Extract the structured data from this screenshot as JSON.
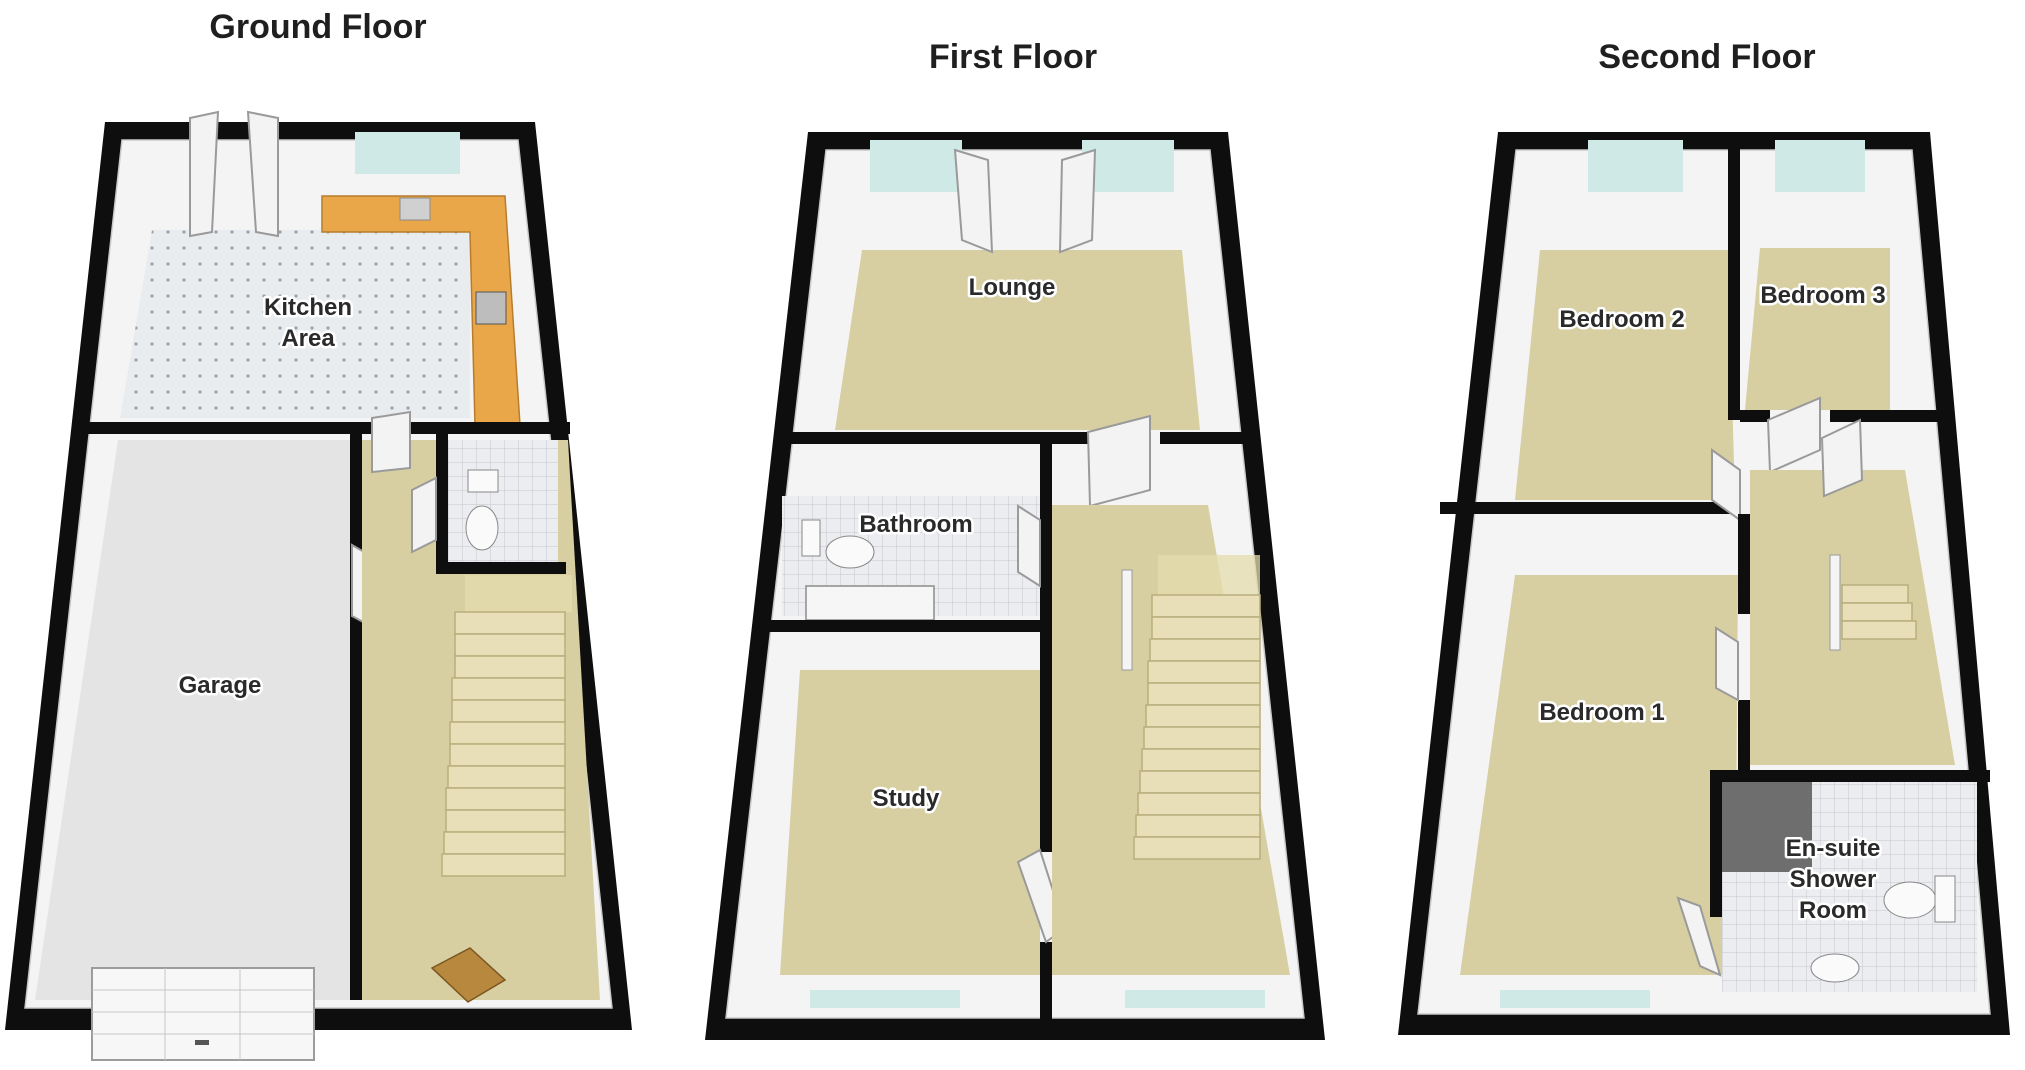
{
  "floors": [
    {
      "title": "Ground Floor",
      "rooms": [
        "Kitchen",
        "Area",
        "Garage"
      ]
    },
    {
      "title": "First Floor",
      "rooms": [
        "Lounge",
        "Bathroom",
        "Study"
      ]
    },
    {
      "title": "Second Floor",
      "rooms": [
        "Bedroom 2",
        "Bedroom 3",
        "Bedroom 1",
        "En-suite",
        "Shower",
        "Room"
      ]
    }
  ],
  "colors": {
    "wall": "#0e0e0e",
    "carpet": "#d7cfa2",
    "kitchen_worktop": "#e9a74a",
    "window_glass": "#cfe9e6",
    "stairs": "#e8dfb8"
  }
}
